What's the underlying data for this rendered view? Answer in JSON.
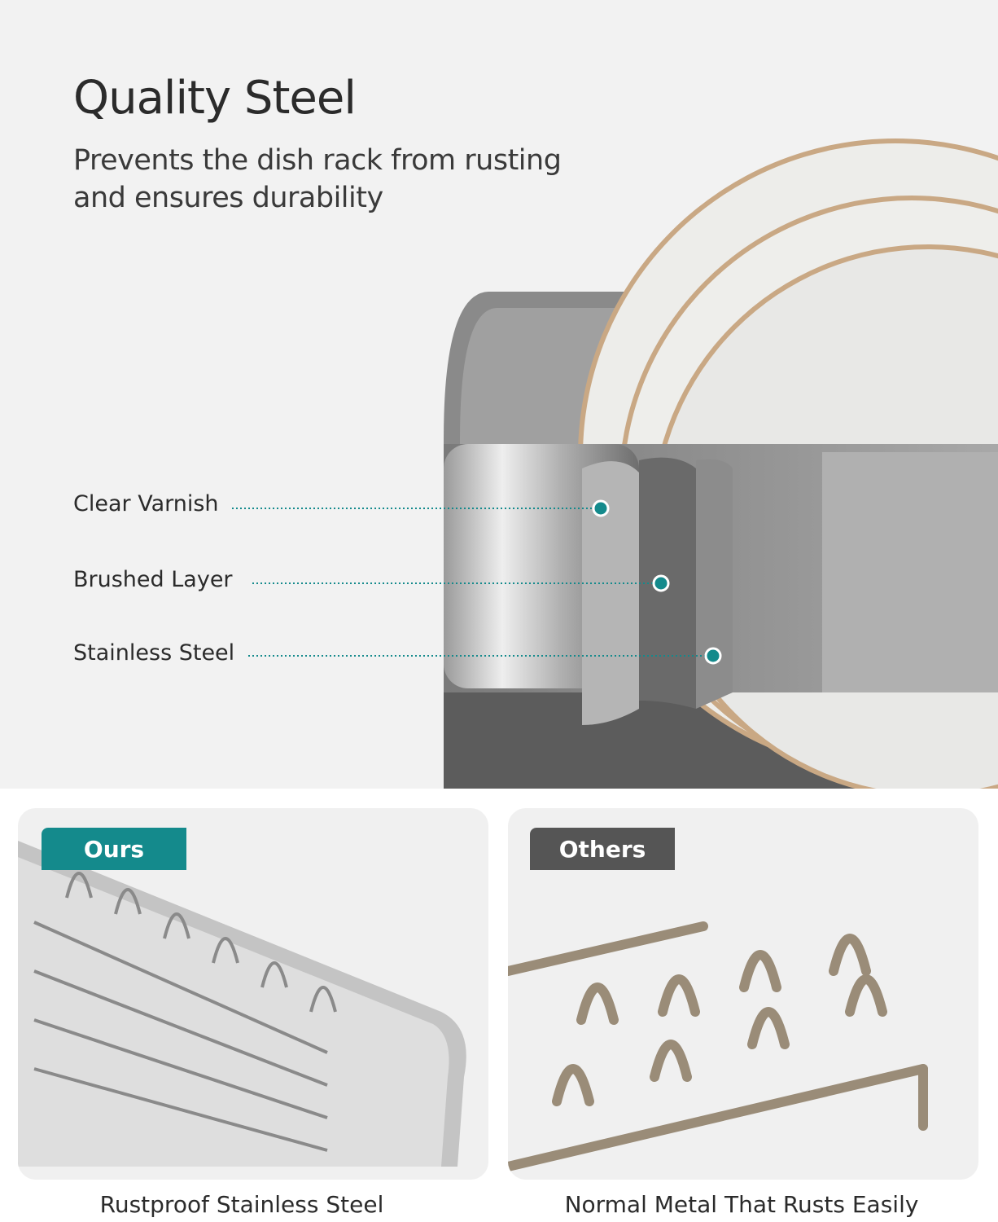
{
  "header": {
    "title": "Quality Steel",
    "subtitle": "Prevents the dish rack from rusting and ensures durability"
  },
  "layers": [
    {
      "label": "Clear Varnish"
    },
    {
      "label": "Brushed Layer"
    },
    {
      "label": "Stainless Steel"
    }
  ],
  "comparison": {
    "ours": {
      "badge": "Ours",
      "caption": "Rustproof Stainless Steel"
    },
    "others": {
      "badge": "Others",
      "caption": "Normal Metal That Rusts Easily"
    }
  },
  "colors": {
    "accent": "#148a8c",
    "others_badge": "#555555",
    "background": "#f2f2f2"
  }
}
